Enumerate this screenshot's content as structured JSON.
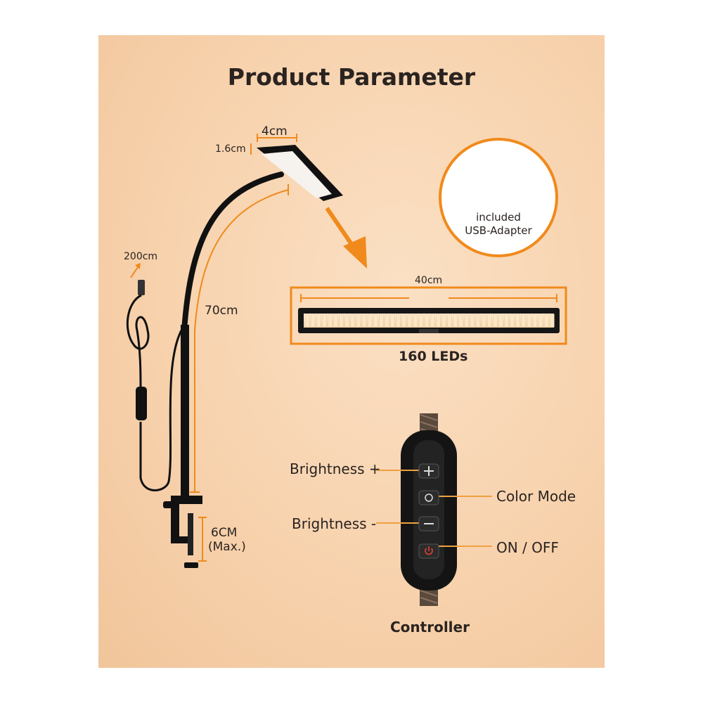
{
  "title": "Product Parameter",
  "dimensions": {
    "head_width": "4cm",
    "head_thickness": "1.6cm",
    "cable_length": "200cm",
    "arm_length": "70cm",
    "bar_length": "40cm",
    "clamp_max": "6CM",
    "clamp_max_note": "(Max.)"
  },
  "adapter": {
    "line1": "included",
    "line2": "USB-Adapter"
  },
  "led_count": "160 LEDs",
  "controller": {
    "title": "Controller",
    "buttons": [
      {
        "label": "Brightness +",
        "icon": "plus-icon"
      },
      {
        "label": "Color Mode",
        "icon": "color-mode-icon"
      },
      {
        "label": "Brightness -",
        "icon": "minus-icon"
      },
      {
        "label": "ON / OFF",
        "icon": "power-icon"
      }
    ]
  },
  "colors": {
    "accent": "#f08a1c",
    "background": "#f7d2ad",
    "device": "#1b1b1b"
  }
}
